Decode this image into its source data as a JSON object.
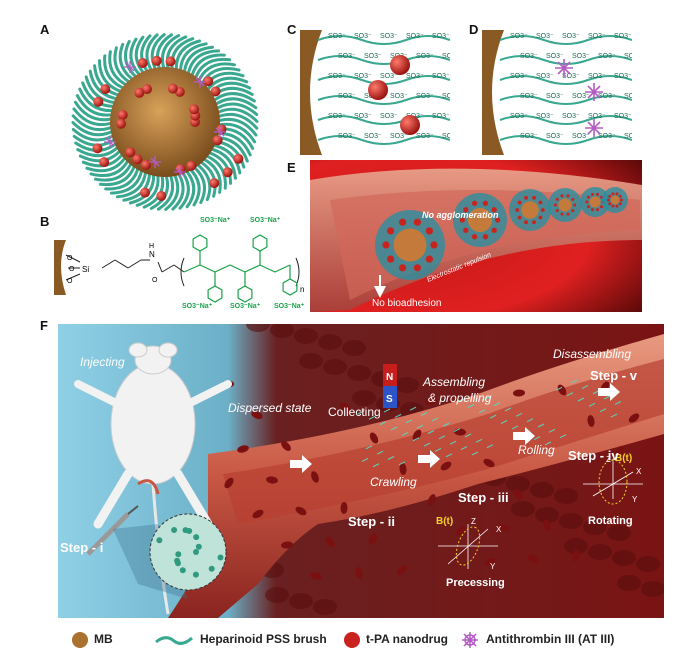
{
  "panels": {
    "a": "A",
    "b": "B",
    "c": "C",
    "d": "D",
    "e": "E",
    "f": "F"
  },
  "panel_b": {
    "si": "Si",
    "o": "O",
    "n": "N",
    "h": "H",
    "n_sub": "n",
    "so3_top_1": "SO3⁻Na⁺",
    "so3_top_2": "SO3⁻Na⁺",
    "so3_bot_1": "SO3⁻Na⁺",
    "so3_bot_2": "SO3⁻Na⁺",
    "so3_bot_3": "SO3⁻Na⁺"
  },
  "panel_c": {
    "ion": "SO3⁻"
  },
  "panel_e": {
    "no_agglomeration": "No agglomeration",
    "electrostatic_repulsion": "Electrostatic repulsion",
    "no_bioadhesion": "No bioadhesion"
  },
  "panel_f": {
    "injecting": "Injecting",
    "dispersed_state": "Dispersed state",
    "collecting": "Collecting",
    "magnet_n": "N",
    "magnet_s": "S",
    "assembling": "Assembling",
    "propelling": "& propelling",
    "disassembling": "Disassembling",
    "step_i": "Step - i",
    "step_ii": "Step - ii",
    "step_iii": "Step - iii",
    "step_iv": "Step - iv",
    "step_v": "Step - v",
    "crawling": "Crawling",
    "rolling": "Rolling",
    "precessing": "Precessing",
    "rotating": "Rotating",
    "bt": "B(t)",
    "bt2": "B(t)",
    "ax_x": "X",
    "ax_y": "Y",
    "ax_z": "Z"
  },
  "legend": {
    "mb": "MB",
    "brush": "Heparinoid PSS brush",
    "nanodrug": "t-PA nanodrug",
    "at3": "Antithrombin III (AT III)"
  },
  "colors": {
    "brush": "#3aa890",
    "nano": "#c8231f",
    "mb": "#a9722f",
    "at3": "#b45cc4",
    "green_text": "#19a24a"
  }
}
